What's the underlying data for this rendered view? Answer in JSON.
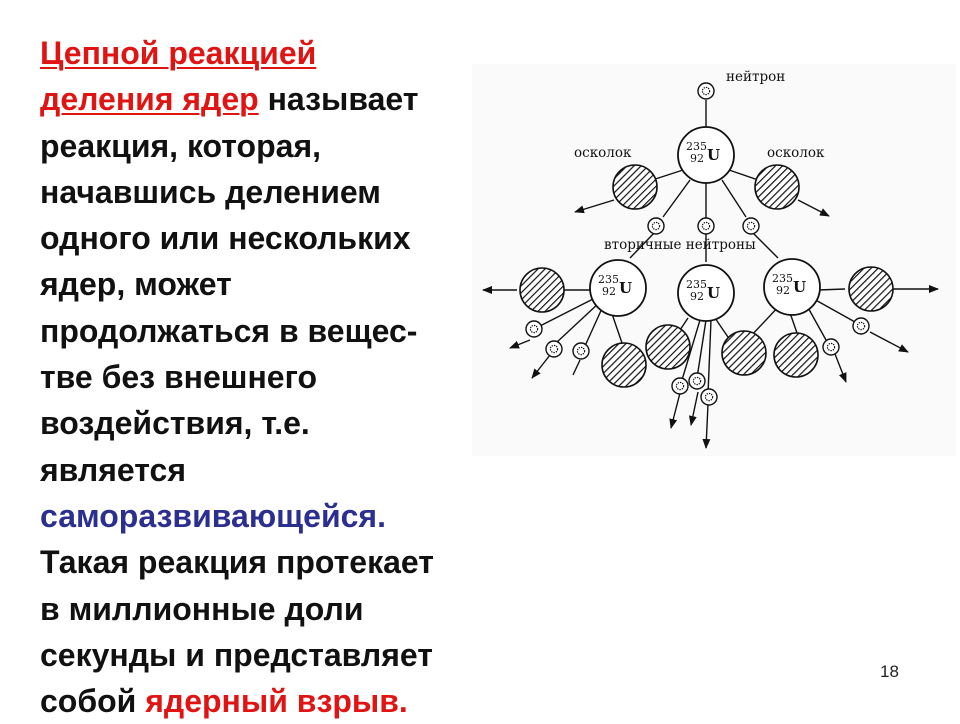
{
  "text": {
    "lines": [
      [
        {
          "t": "Цепной реакцией",
          "c": "red-u"
        }
      ],
      [
        {
          "t": "деления ядер",
          "c": "red-u"
        },
        {
          "t": " называет",
          "c": ""
        }
      ],
      [
        {
          "t": "реакция, которая,",
          "c": ""
        }
      ],
      [
        {
          "t": "начавшись делением",
          "c": ""
        }
      ],
      [
        {
          "t": "одного или нескольких",
          "c": ""
        }
      ],
      [
        {
          "t": "ядер, может",
          "c": ""
        }
      ],
      [
        {
          "t": "продолжаться в вещес-",
          "c": ""
        }
      ],
      [
        {
          "t": "тве без внешнего",
          "c": ""
        }
      ],
      [
        {
          "t": "воздействия, т.е.",
          "c": ""
        }
      ],
      [
        {
          "t": "является",
          "c": ""
        }
      ],
      [
        {
          "t": "саморазвивающейся.",
          "c": "blue"
        }
      ],
      [
        {
          "t": "Такая реакция протекает",
          "c": ""
        }
      ],
      [
        {
          "t": "в миллионные доли",
          "c": ""
        }
      ],
      [
        {
          "t": "секунды и представляет",
          "c": ""
        }
      ],
      [
        {
          "t": "собой ",
          "c": ""
        },
        {
          "t": "ядерный взрыв.",
          "c": "red"
        }
      ]
    ]
  },
  "diagram": {
    "label_neutron": "нейтрон",
    "label_fragment_left": "осколок",
    "label_fragment_right": "осколок",
    "label_secondary": "вторичные нейтроны",
    "nucleus_mass": "235",
    "nucleus_charge": "92",
    "nucleus_symbol": "U"
  },
  "page_number": "18",
  "colors": {
    "red": "#e11414",
    "blue": "#2b2f8f",
    "text": "#111111"
  }
}
